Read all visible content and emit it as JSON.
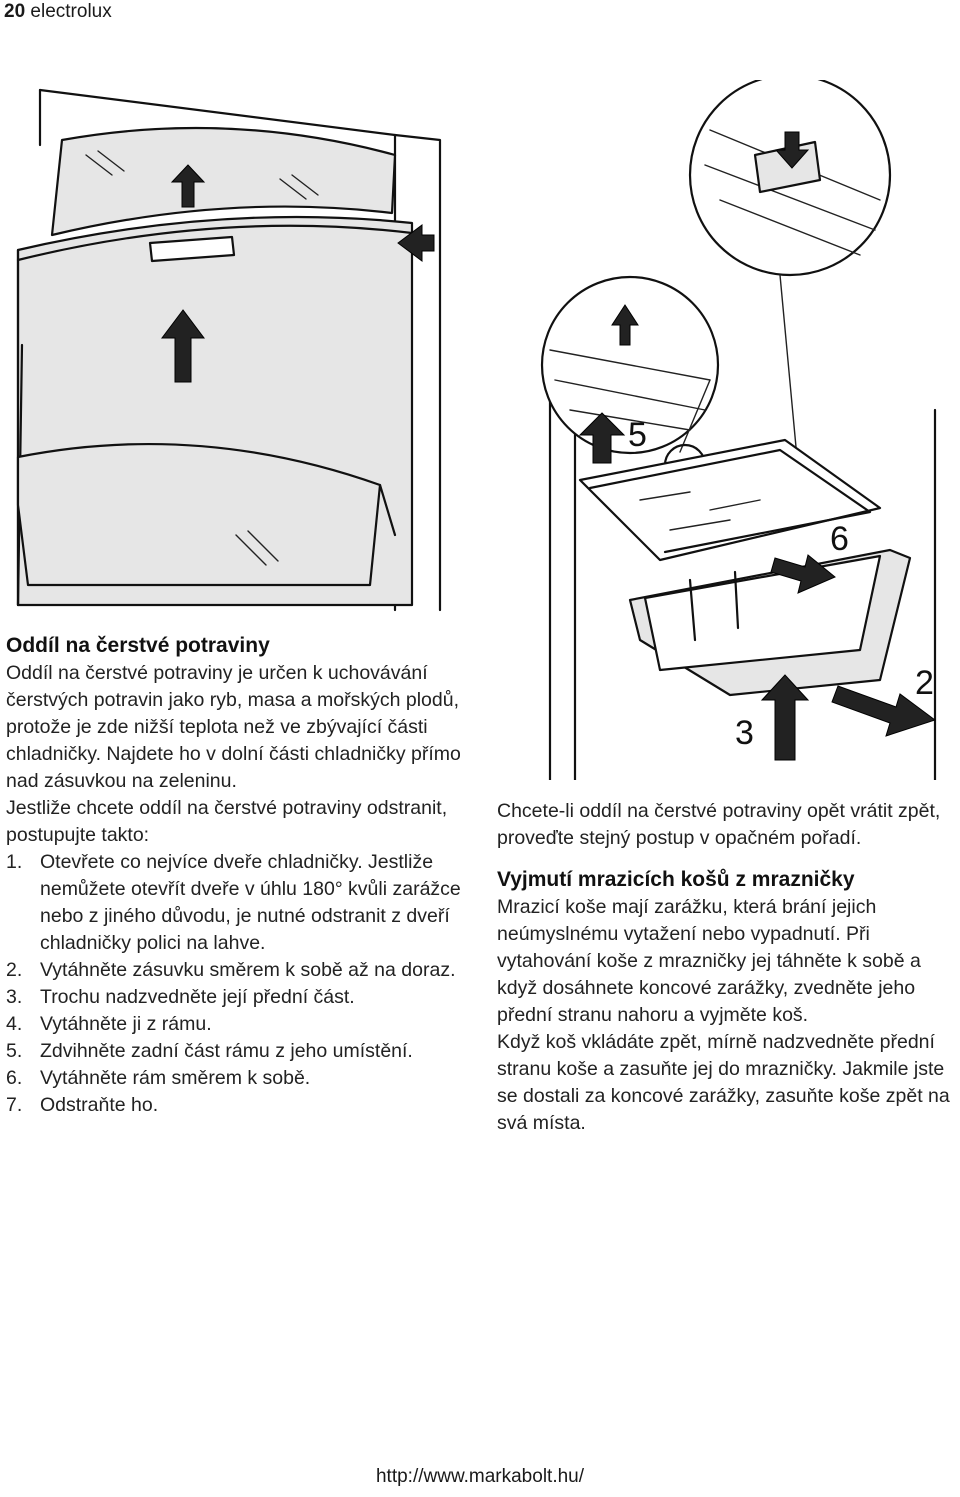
{
  "header": {
    "page_number": "20",
    "brand": "electrolux"
  },
  "left_section": {
    "title": "Oddíl na čerstvé potraviny",
    "intro": "Oddíl na čerstvé potraviny je určen k uchovávání čerstvých potravin jako ryb, masa a mořských plodů, protože je zde nižší teplota než ve zbývající části chladničky. Najdete ho v dolní části chladničky přímo nad zásuvkou na zeleninu.",
    "lead": "Jestliže chcete oddíl na čerstvé potraviny odstranit, postupujte takto:",
    "steps": [
      {
        "num": "1.",
        "text": "Otevřete co nejvíce dveře chladničky. Jestliže nemůžete otevřít dveře v úhlu 180° kvůli zarážce nebo z jiného důvodu, je nutné odstranit z dveří chladničky polici na lahve."
      },
      {
        "num": "2.",
        "text": "Vytáhněte zásuvku směrem k sobě až na doraz."
      },
      {
        "num": "3.",
        "text": "Trochu nadzvedněte její přední část."
      },
      {
        "num": "4.",
        "text": "Vytáhněte ji z rámu."
      },
      {
        "num": "5.",
        "text": "Zdvihněte zadní část rámu z jeho umístění."
      },
      {
        "num": "6.",
        "text": "Vytáhněte rám směrem k sobě."
      },
      {
        "num": "7.",
        "text": "Odstraňte ho."
      }
    ]
  },
  "right_section": {
    "reassembly": "Chcete-li oddíl na čerstvé potraviny opět vrátit zpět, proveďte stejný postup v opačném pořadí.",
    "title": "Vyjmutí mrazicích košů z mrazničky",
    "para1": "Mrazicí koše mají zarážku, která brání jejich neúmyslnému vytažení nebo vypadnutí. Při vytahování koše z mrazničky jej táhněte k sobě a když dosáhnete koncové zarážky, zvedněte jeho přední stranu nahoru a vyjměte koš.",
    "para2": "Když koš vkládáte zpět, mírně nadzvedněte přední stranu koše a zasuňte jej do mrazničky. Jakmile jste se dostali za koncové zarážky, zasuňte koše zpět na svá místa."
  },
  "figure": {
    "labels": [
      "5",
      "6",
      "2",
      "3"
    ]
  },
  "footer": {
    "url": "http://www.markabolt.hu/"
  }
}
